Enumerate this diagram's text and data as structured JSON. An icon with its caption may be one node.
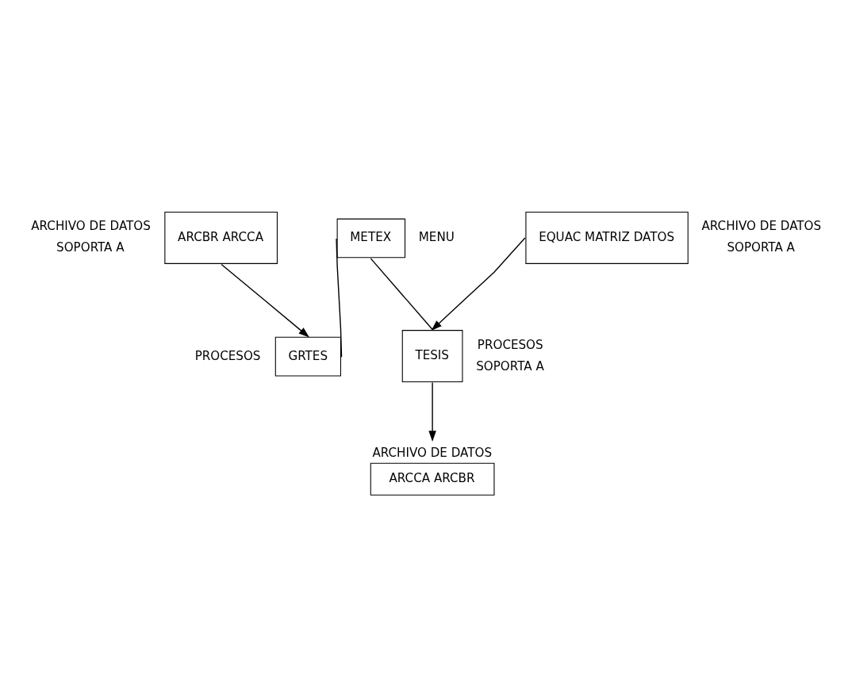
{
  "diagram": {
    "nodes": [
      {
        "text": [
          "METEX"
        ],
        "beside": [
          "MENU"
        ]
      },
      {
        "text": [
          "ARCBR ARCCA"
        ],
        "beside": [
          "ARCHIVO DE DATOS",
          "SOPORTA A"
        ]
      },
      {
        "text": [
          "EQUAC MATRIZ DATOS"
        ],
        "beside": [
          "ARCHIVO DE DATOS",
          "SOPORTA A"
        ]
      },
      {
        "text": [
          "GRTES"
        ],
        "beside": [
          "PROCESOS"
        ]
      },
      {
        "text": [
          "TESIS"
        ],
        "beside": [
          "PROCESOS",
          "SOPORTA A"
        ]
      },
      {
        "text": [
          "ARCHIVO DE DATOS",
          "ARCCA ARCBR"
        ]
      }
    ],
    "edges": [
      {
        "from": 0,
        "to": 3,
        "arrow": "none"
      },
      {
        "from": 0,
        "to": 4,
        "arrow": "none"
      },
      {
        "from": 1,
        "to": 3,
        "arrow": "to"
      },
      {
        "from": 2,
        "to": 4,
        "arrow": "to"
      },
      {
        "from": 4,
        "to": 5,
        "arrow": "to"
      }
    ]
  }
}
